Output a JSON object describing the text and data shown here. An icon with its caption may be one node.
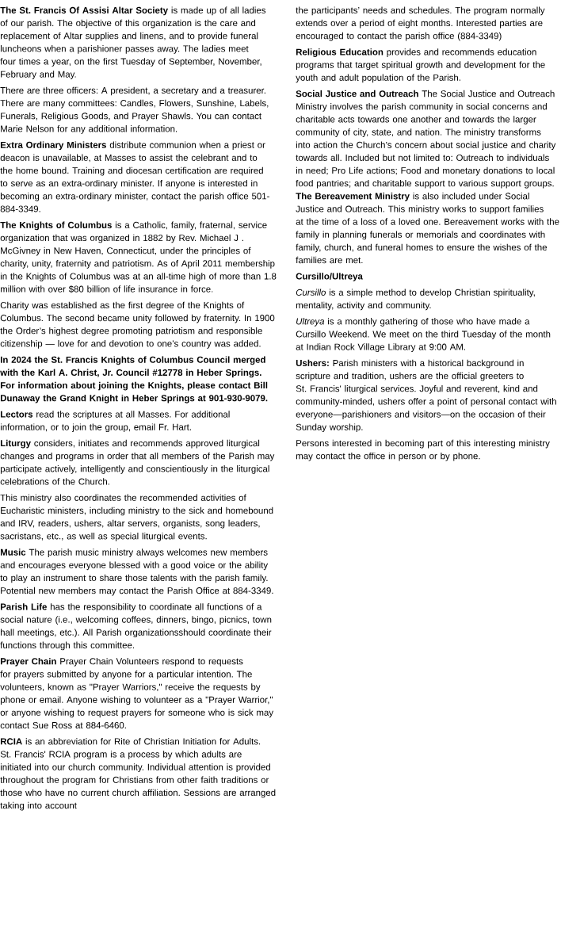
{
  "diagram": {
    "labels": [
      "**The St. Francis Of Assisi Altar Society** is made up of all ladies of our parish. The objective of this organization is the care and replacement of Altar supplies and linens, and to provide funeral luncheons when a parishioner passes away. The ladies meet four times a year, on the first Tuesday of September, November, February and May.",
      "There are three officers: A president, a secretary and a treasurer. There are many committees: Candles, Flowers, Sunshine, Labels, Funerals, Religious Goods, and Prayer Shawls. You can contact Marie Nelson for any additional information.",
      "**Extra Ordinary Ministers** distribute communion when a priest or deacon is unavailable, at Masses to assist the celebrant and to the home bound. Training and diocesan certification are required to serve as an extra-ordinary minister. If anyone is interested in becoming an extra-ordinary minister, contact the parish office 501-884-3349.",
      "**The Knights of Columbus** is a Catholic, family, fraternal, service organization that was organized in 1882 by Rev. Michael J . McGivney in New Haven, Connecticut, under the principles of charity, unity, fraternity and patriotism. As of April 2011 membership in the Knights of Columbus was at an all-time high of more than 1.8 million with over $80 billion of life insurance in force.",
      "Charity was established as the first degree of the Knights of Columbus. The second became unity followed by fraternity. In 1900 the Order’s highest degree promoting patriotism and responsible citizenship — love for and devotion to one’s country was added.",
      "In 2024 the St. Francis Knights of Columbus Council merged with the Karl A. Christ, Jr. Council #12778 in Heber Springs.  For information about joining the Knights, please contact Bill Dunaway the Grand Knight in Heber Springs at 901-930-9079.",
      "**Lectors** read the scriptures at all Masses. For additional information, or to join the group, email Fr. Hart.",
      "**Liturgy** considers, initiates and recommends approved liturgical changes and programs in order that all members of the Parish may participate actively, intelligently and conscientiously in the liturgical celebrations of the Church.",
      "This ministry also coordinates the recommended activities of Eucharistic ministers, including ministry to the sick and homebound and IRV, readers, ushers, altar servers, organists, song leaders, sacristans, etc., as well as special liturgical events.",
      "**Music**  The parish music ministry always welcomes new members and encourages everyone blessed with a good voice or the ability to play an instrument to share those talents with the parish family. Potential new members may contact the Parish Office at 884-3349.",
      "**Parish Life** has the responsibility to coordinate all functions of a social nature (i.e., welcoming coffees, dinners, bingo, picnics, town hall meetings, etc.). All Parish organizationsshould coordinate their functions through this committee.",
      "**Prayer Chain**  Prayer Chain Volunteers respond to requests for prayers submitted by anyone for a particular intention. The volunteers, known as \"Prayer Warriors,\" receive the requests by phone or email. Anyone wishing to volunteer as a \"Prayer Warrior,\" or anyone wishing to request prayers for someone who is sick may contact Sue Ross at 884-6460.",
      "**RCIA** is an abbreviation for Rite of Christian Initiation for Adults. St. Francis' RCIA program is a process by which adults are initiated into our church community. Individual attention is provided throughout the program for Christians from other faith traditions or those who have no current church affiliation. Sessions are arranged taking into account",
      "the participants’ needs and schedules. The program normally extends over a period of eight months. Interested parties are encouraged to contact the parish office (884-3349)",
      "**Religious Education** provides and recommends education programs that target spiritual growth and development for the youth and adult population of the Parish.",
      "**Social Justice and Outreach**  The Social Justice and Outreach Ministry involves the parish community in social concerns and charitable acts towards one another and towards the larger community of city, state, and nation. The ministry transforms into action the Church’s concern about social justice and charity towards all. Included but not limited to: Outreach to individuals in need; Pro Life actions; Food and monetary donations to local food pantries; and charitable support to various support groups.",
      "**The Bereavement Ministry** is also included under Social Justice and Outreach. This ministry works to support families at the time of a loss of a loved one. Bereavement works with the family in planning funerals or memorials and coordinates with family, church, and funeral homes to ensure the wishes of the families are met.",
      "Cursillo/Ultreya",
      "*Cursillo* is a simple method to develop Christian spirituality, mentality, activity and community.",
      "*Ultreya* is a monthly gathering of those who have made a Cursillo Weekend. We meet on the third Tuesday of the month at Indian Rock Village Library at 9:00 AM.",
      "**Ushers:**  Parish ministers with a historical background in scripture and tradition, ushers are the official greeters to St. Francis' liturgical services. Joyful and reverent, kind and community-minded, ushers offer a point of personal contact with everyone—parishioners and visitors—on the occasion of their Sunday worship.",
      "Persons interested in becoming part of this interesting ministry may contact the office in person or by phone."
    ]
  }
}
